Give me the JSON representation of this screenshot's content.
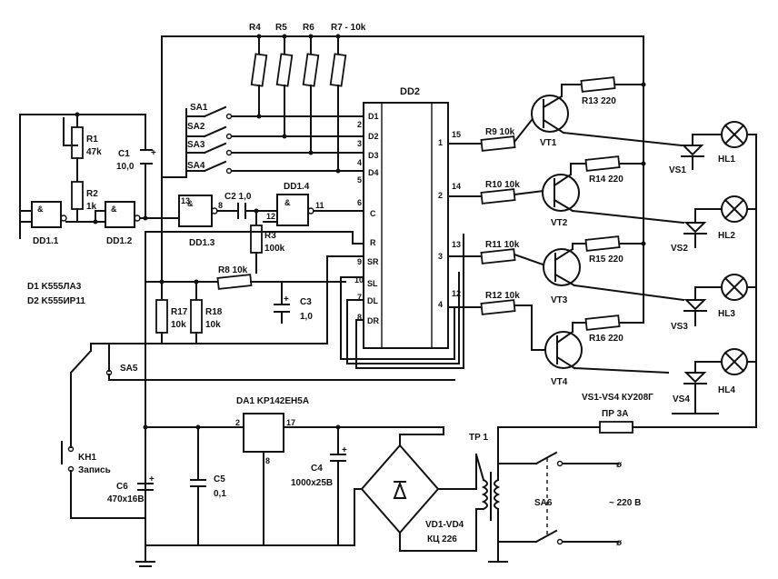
{
  "labels": {
    "r4": "R4",
    "r5": "R5",
    "r6": "R6",
    "r7": "R7 - 10k",
    "dd2": "DD2",
    "sa1": "SA1",
    "sa2": "SA2",
    "sa3": "SA3",
    "sa4": "SA4",
    "sa5": "SA5",
    "sa6": "SA6",
    "r1": "R1",
    "r1v": "47k",
    "r2": "R2",
    "r2v": "1k",
    "c1": "C1",
    "c1v": "10,0",
    "c2": "C2 1,0",
    "r3": "R3",
    "r3v": "100k",
    "dd11": "DD1.1",
    "dd12": "DD1.2",
    "dd13": "DD1.3",
    "dd14": "DD1.4",
    "d1": "D1  K555ЛA3",
    "d2": "D2  K555ИP11",
    "r8": "R8 10k",
    "r17": "R17",
    "r17v": "10k",
    "r18": "R18",
    "r18v": "10k",
    "c3": "C3",
    "c3v": "1,0",
    "r9": "R9 10k",
    "r10": "R10 10k",
    "r11": "R11 10k",
    "r12": "R12 10k",
    "r13": "R13 220",
    "r14": "R14 220",
    "r15": "R15 220",
    "r16": "R16 220",
    "vt1": "VT1",
    "vt2": "VT2",
    "vt3": "VT3",
    "vt4": "VT4",
    "vs1": "VS1",
    "vs2": "VS2",
    "vs3": "VS3",
    "vs4": "VS4",
    "hl1": "HL1",
    "hl2": "HL2",
    "hl3": "HL3",
    "hl4": "HL4",
    "vsnote": "VS1-VS4   КУ208Г",
    "da1": "DA1 KP142EH5A",
    "kn1": "KH1",
    "kn1b": "Запись",
    "c6": "C6",
    "c6v": "470x16B",
    "c5": "C5",
    "c5v": "0,1",
    "c4": "C4",
    "c4v": "1000x25B",
    "vd": "VD1-VD4",
    "vdv": "КЦ 226",
    "tp1": "TP 1",
    "pr": "ПР 3A",
    "mains": "~ 220 B"
  },
  "pins": {
    "d1": "D1",
    "d2": "D2",
    "d3": "D3",
    "d4": "D4",
    "c": "C",
    "r": "R",
    "sr": "SR",
    "sl": "SL",
    "dl": "DL",
    "dr": "DR",
    "o1": "1",
    "o2": "2",
    "o3": "3",
    "o4": "4",
    "p15": "15",
    "p14": "14",
    "p13": "13",
    "p12": "12",
    "p2": "2",
    "p3": "3",
    "p4": "4",
    "p5": "5",
    "p6": "6",
    "p7": "7",
    "p8": "8",
    "p9": "9",
    "p10": "10",
    "p11": "11",
    "da2": "2",
    "da17": "17",
    "da8": "8"
  }
}
